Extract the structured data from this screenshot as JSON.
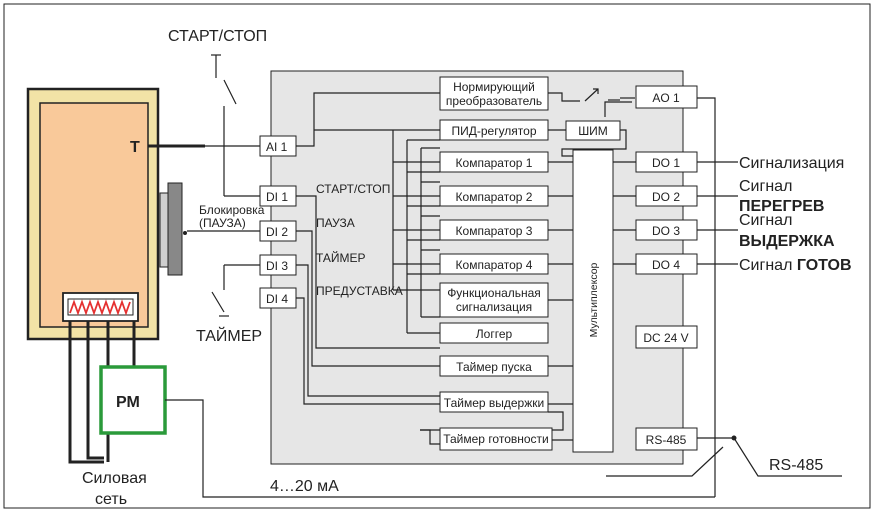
{
  "external": {
    "start_stop": "СТАРТ/СТОП",
    "timer": "ТАЙМЕР",
    "t_sensor": "T",
    "block_line1": "Блокировка",
    "block_line2": "(ПАУЗА)",
    "rm": "РМ",
    "power_line1": "Силовая",
    "power_line2": "сеть",
    "current": "4…20 мА",
    "rs485": "RS-485"
  },
  "inputs": [
    "AI 1",
    "DI 1",
    "DI 2",
    "DI 3",
    "DI 4"
  ],
  "input_labels": [
    "СТАРТ/СТОП",
    "ПАУЗА",
    "ТАЙМЕР",
    "ПРЕДУСТАВКА"
  ],
  "function_blocks": {
    "normalizer_line1": "Нормирующий",
    "normalizer_line2": "преобразователь",
    "pid": "ПИД-регулятор",
    "pwm": "ШИМ",
    "comparators": [
      "Компаратор 1",
      "Компаратор 2",
      "Компаратор 3",
      "Компаратор 4"
    ],
    "func_signal_line1": "Функциональная",
    "func_signal_line2": "сигнализация",
    "logger": "Логгер",
    "start_timer": "Таймер пуска",
    "hold_timer": "Таймер выдержки",
    "ready_timer": "Таймер готовности",
    "mux": "Мультиплексор"
  },
  "outputs": [
    "AO 1",
    "DO 1",
    "DO 2",
    "DO 3",
    "DO 4",
    "DC 24 V",
    "RS-485"
  ],
  "output_signals": {
    "do1": "Сигнализация",
    "do2_line1": "Сигнал",
    "do2_line2": "ПЕРЕГРЕВ",
    "do3_line1": "Сигнал",
    "do3_line2": "ВЫДЕРЖКА",
    "do4_prefix": "Сигнал",
    "do4_bold": "ГОТОВ"
  }
}
